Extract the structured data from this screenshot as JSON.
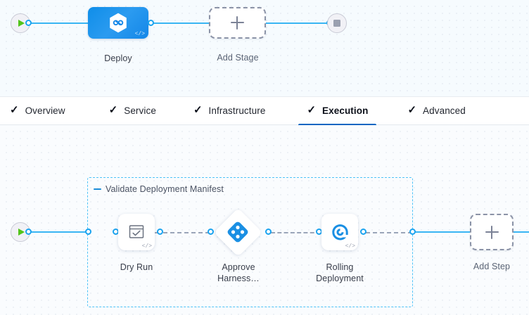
{
  "stage_canvas": {
    "start_node": {
      "name": "pipeline-start",
      "icon": "play-icon"
    },
    "end_node": {
      "name": "pipeline-end",
      "icon": "stop-icon"
    },
    "stage": {
      "label": "Deploy",
      "icon": "harness-hexagon-icon",
      "code_badge": "</>",
      "color": "#1487e8"
    },
    "add_stage": {
      "label": "Add Stage",
      "icon": "plus-icon"
    }
  },
  "tabs": {
    "items": [
      {
        "label": "Overview",
        "check": "✓",
        "active": false
      },
      {
        "label": "Service",
        "check": "✓",
        "active": false
      },
      {
        "label": "Infrastructure",
        "check": "✓",
        "active": false
      },
      {
        "label": "Execution",
        "check": "✓",
        "active": true
      },
      {
        "label": "Advanced",
        "check": "✓",
        "active": false
      }
    ],
    "active_underline_color": "#0a66c2"
  },
  "execution_canvas": {
    "start_node": {
      "name": "execution-start",
      "icon": "play-icon"
    },
    "group": {
      "title": "Validate Deployment Manifest",
      "collapse_icon": "minus-icon",
      "border_color": "#4fc3f7"
    },
    "steps": [
      {
        "label": "Dry Run",
        "icon": "shell-check-icon",
        "shape": "rounded-square",
        "code_badge": "</>"
      },
      {
        "label": "Approve\nHarness…",
        "label_line1": "Approve",
        "label_line2": "Harness…",
        "icon": "approval-diamond-icon",
        "shape": "diamond"
      },
      {
        "label": "Rolling\nDeployment",
        "label_line1": "Rolling",
        "label_line2": "Deployment",
        "icon": "rolling-deployment-icon",
        "shape": "rounded-square",
        "code_badge": "</>"
      }
    ],
    "add_step": {
      "label": "Add Step",
      "icon": "plus-icon"
    }
  },
  "colors": {
    "connector_active": "#39b5f3",
    "connector_dashed": "#9aa5b8",
    "accent_blue": "#1487e8",
    "canvas_bg": "#f6fbfe"
  }
}
